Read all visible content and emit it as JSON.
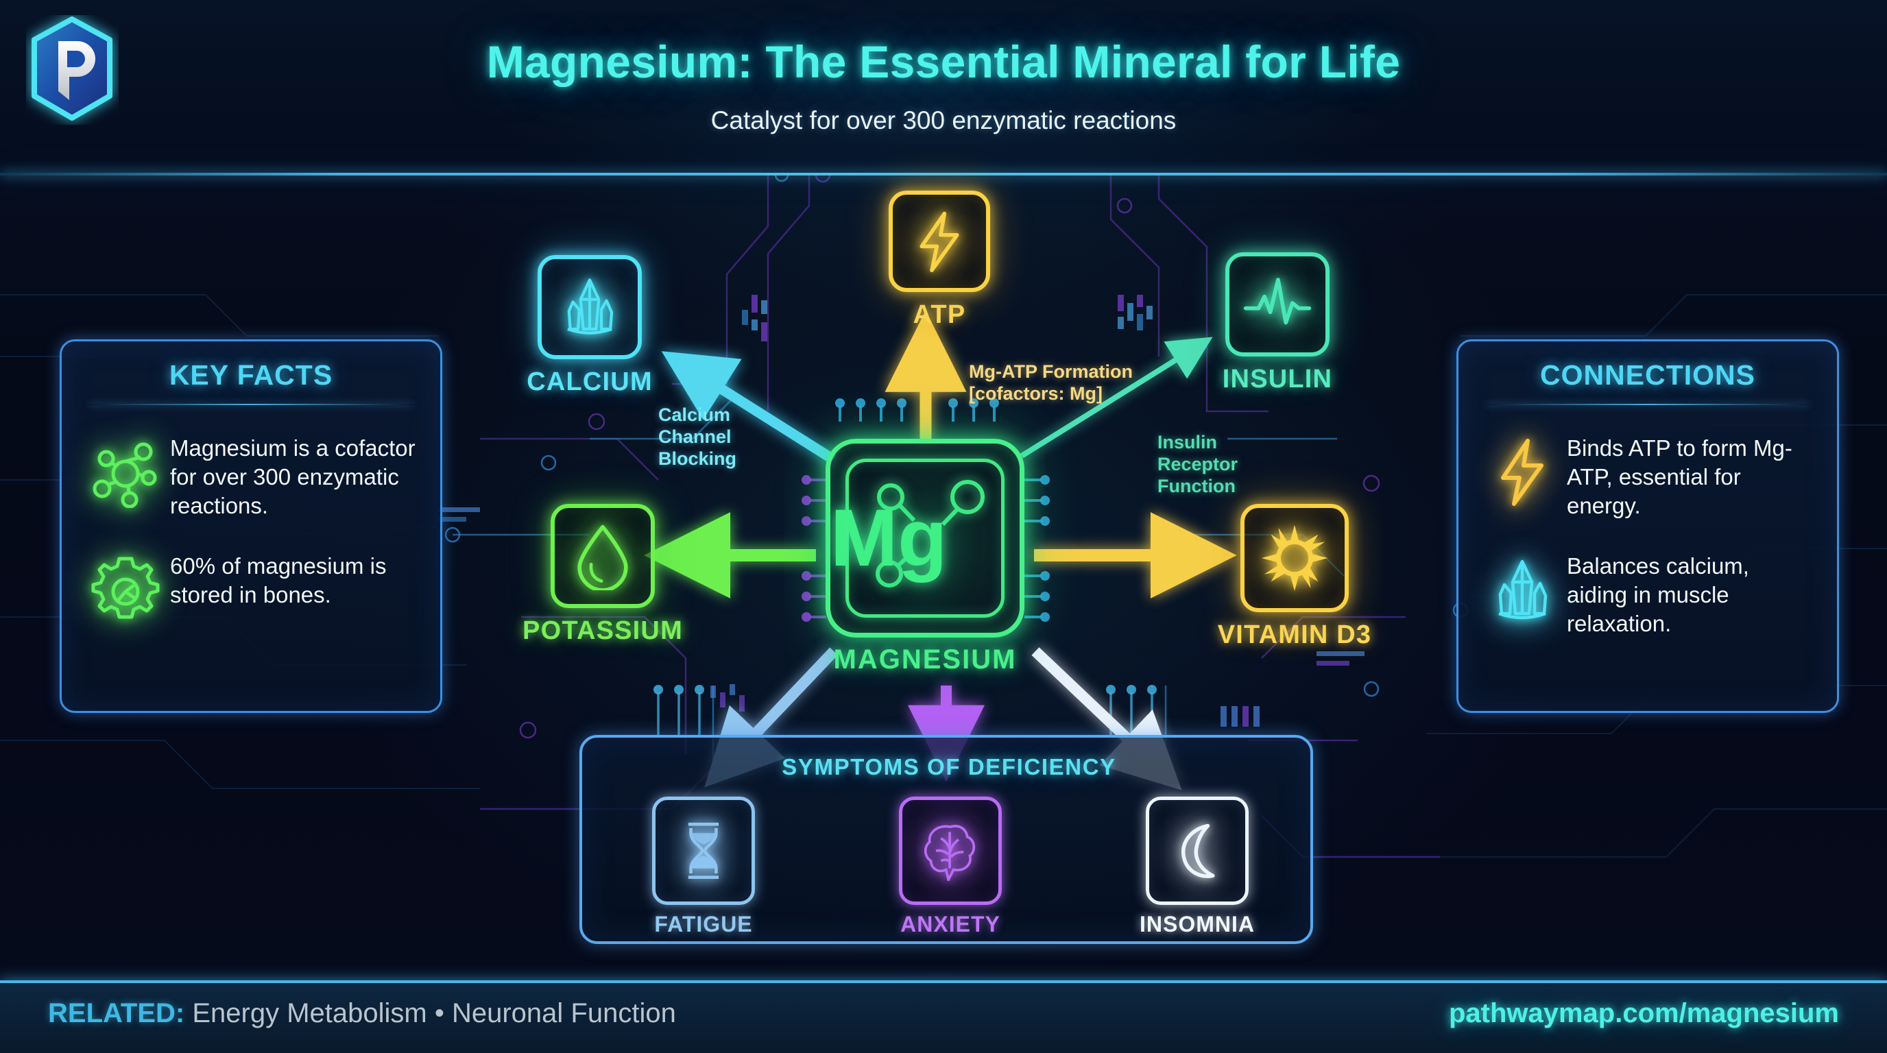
{
  "header": {
    "title": "Magnesium: The Essential Mineral for Life",
    "subtitle": "Catalyst for over 300 enzymatic reactions",
    "logo_letter": "P",
    "title_color": "#4ff3ea"
  },
  "panels": {
    "left": {
      "title": "KEY FACTS",
      "items": [
        {
          "icon": "molecule-icon",
          "color": "#5ef05e",
          "text": "Magnesium is a cofactor for over 300 enzymatic reactions."
        },
        {
          "icon": "gear-icon",
          "color": "#5ef05e",
          "text": "60% of magnesium is stored in bones."
        }
      ]
    },
    "right": {
      "title": "CONNECTIONS",
      "items": [
        {
          "icon": "lightning-bolt-icon",
          "color": "#f8c844",
          "text": "Binds ATP to form Mg-ATP, essential for energy."
        },
        {
          "icon": "crystal-icon",
          "color": "#4fe3f5",
          "text": "Balances calcium, aiding in muscle relaxation."
        }
      ]
    }
  },
  "center": {
    "symbol": "Mg",
    "label": "MAGNESIUM",
    "color": "#49f08a"
  },
  "nodes": [
    {
      "id": "calcium",
      "label": "CALCIUM",
      "icon": "crystal-icon",
      "color": "#4fe3f5"
    },
    {
      "id": "atp",
      "label": "ATP",
      "icon": "lightning-bolt-icon",
      "color": "#f9d246"
    },
    {
      "id": "insulin",
      "label": "INSULIN",
      "icon": "heartbeat-icon",
      "color": "#4ae7b5"
    },
    {
      "id": "potassium",
      "label": "POTASSIUM",
      "icon": "water-drop-icon",
      "color": "#6ef050"
    },
    {
      "id": "vitamind3",
      "label": "VITAMIN D3",
      "icon": "sun-icon",
      "color": "#f9d246"
    }
  ],
  "edge_labels": [
    {
      "id": "calcium-edge",
      "text_lines": [
        "Calcium",
        "Channel",
        "Blocking"
      ],
      "color": "#7fe9f7"
    },
    {
      "id": "atp-edge",
      "text_lines": [
        "Mg-ATP Formation",
        "[cofactors: Mg]"
      ],
      "color": "#f6d887"
    },
    {
      "id": "insulin-edge",
      "text_lines": [
        "Insulin",
        "Receptor",
        "Function"
      ],
      "color": "#55dcae"
    }
  ],
  "symptoms": {
    "title": "SYMPTOMS OF DEFICIENCY",
    "items": [
      {
        "label": "FATIGUE",
        "icon": "hourglass-icon",
        "color": "#8ec4ef"
      },
      {
        "label": "ANXIETY",
        "icon": "brain-icon",
        "color": "#b96cf5"
      },
      {
        "label": "INSOMNIA",
        "icon": "moon-icon",
        "color": "#ecf3fb"
      }
    ]
  },
  "footer": {
    "related_key": "RELATED:",
    "related_value": "Energy Metabolism • Neuronal Function",
    "url": "pathwaymap.com/magnesium"
  }
}
